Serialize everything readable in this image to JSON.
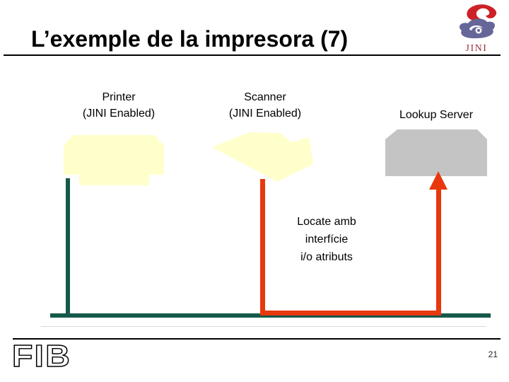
{
  "slide": {
    "title": "L’exemple de la impresora (7)",
    "page_number": "21"
  },
  "logos": {
    "jini_label": "JINI",
    "fib_label": "FIB"
  },
  "diagram": {
    "printer_label_line1": "Printer",
    "printer_label_line2": "(JINI Enabled)",
    "scanner_label_line1": "Scanner",
    "scanner_label_line2": "(JINI Enabled)",
    "lookup_label": "Lookup Server",
    "locate_line1": "Locate amb",
    "locate_line2": "interfície",
    "locate_line3": "i/o atributs",
    "colors": {
      "device_fill": "#FFFFCC",
      "server_fill": "#C4C4C4",
      "network_green": "#165949",
      "link_red": "#E8380D",
      "jini_flame_red": "#CC2127",
      "jini_lamp_purple": "#666699",
      "jini_text_red": "#99333C"
    }
  }
}
